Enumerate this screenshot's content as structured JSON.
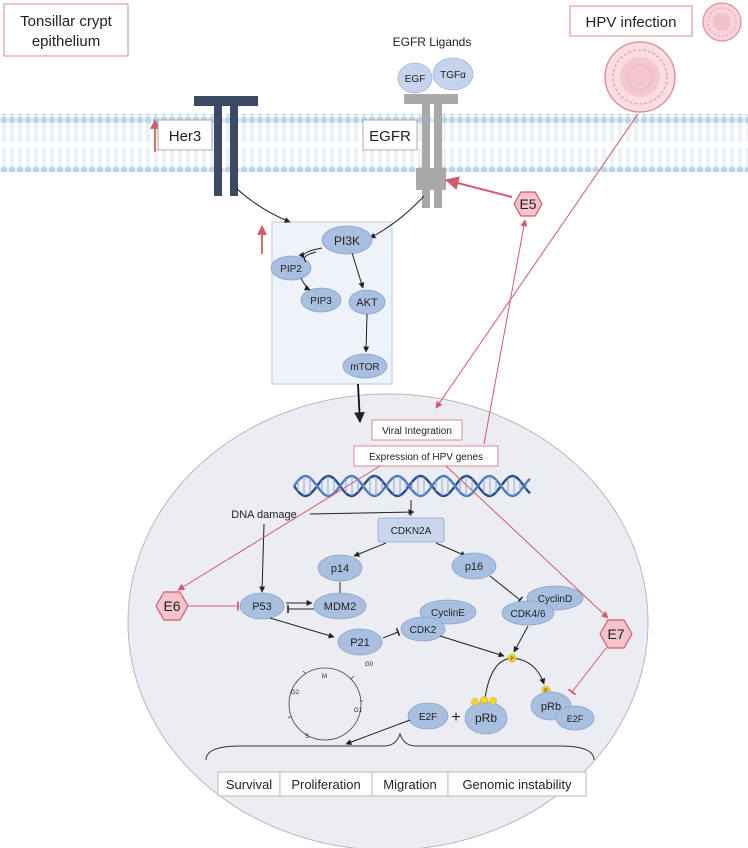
{
  "context_label": "Tonsillar crypt epithelium",
  "hpv_label": "HPV infection",
  "egfr_ligands_label": "EGFR Ligands",
  "ligands": [
    "EGF",
    "TGFα"
  ],
  "receptors": {
    "her3": "Her3",
    "egfr": "EGFR"
  },
  "viral_proteins": {
    "e5": "E5",
    "e6": "E6",
    "e7": "E7"
  },
  "pathway": {
    "pi3k": "PI3K",
    "pip2": "PIP2",
    "pip3": "PIP3",
    "akt": "AKT",
    "mtor": "mTOR"
  },
  "nucleus": {
    "viral_integration": "Viral Integration",
    "expression": "Expression of HPV genes",
    "dna_damage": "DNA damage",
    "cdkn2a": "CDKN2A",
    "p14": "p14",
    "p16": "p16",
    "p53": "P53",
    "mdm2": "MDM2",
    "p21": "P21",
    "cyclin_e": "CyclinE",
    "cdk2": "CDK2",
    "cyclin_d": "CyclinD",
    "cdk46": "CDK4/6",
    "e2f": "E2F",
    "prb": "pRb",
    "prb2": "pRb",
    "e2f2": "E2F",
    "plus": "+",
    "phospho": "P"
  },
  "cell_cycle": [
    "G0",
    "G1",
    "S",
    "G2",
    "M"
  ],
  "outcomes": [
    "Survival",
    "Proliferation",
    "Migration",
    "Genomic instability"
  ]
}
